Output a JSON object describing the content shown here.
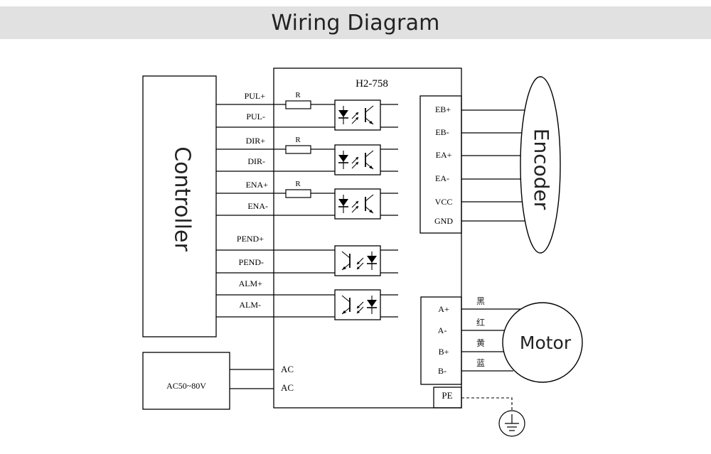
{
  "title": "Wiring Diagram",
  "driver_model": "H2-758",
  "controller_label": "Controller",
  "encoder_label": "Encoder",
  "motor_label": "Motor",
  "power_label": "AC50~80V",
  "resistor_label": "R",
  "pe_label": "PE",
  "controller_signals": [
    "PUL+",
    "PUL-",
    "DIR+",
    "DIR-",
    "ENA+",
    "ENA-",
    "PEND+",
    "PEND-",
    "ALM+",
    "ALM-"
  ],
  "encoder_terminals": [
    "EB+",
    "EB-",
    "EA+",
    "EA-",
    "VCC",
    "GND"
  ],
  "motor_terminals": [
    "A+",
    "A-",
    "B+",
    "B-"
  ],
  "motor_wire_colors": [
    "黑",
    "红",
    "黄",
    "蓝"
  ],
  "ac_terminals": [
    "AC",
    "AC"
  ]
}
